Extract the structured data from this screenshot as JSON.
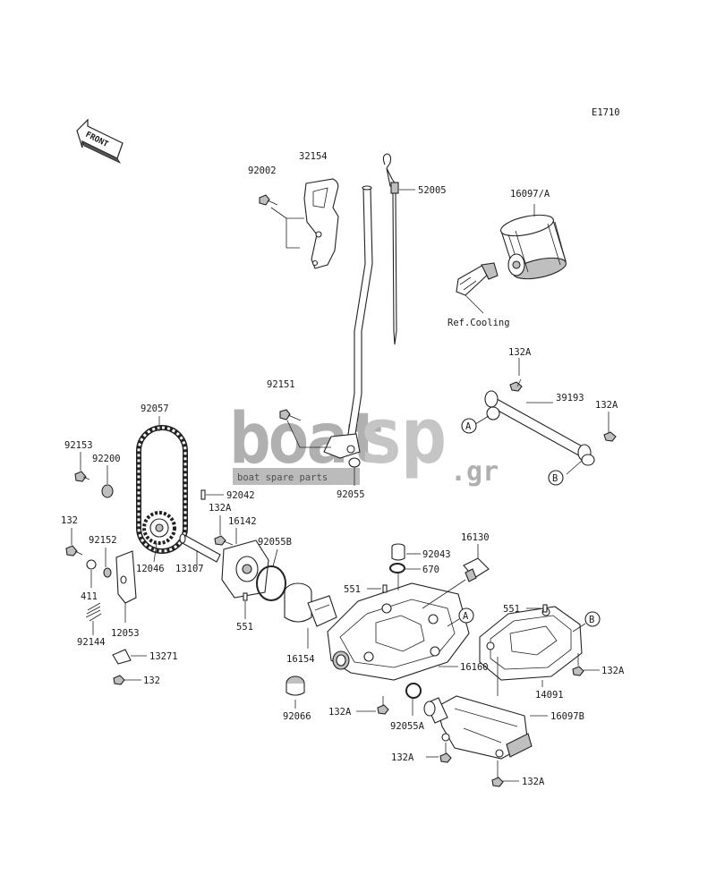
{
  "diagram_code": "E1710",
  "front_label": "FRONT",
  "ref_label": "Ref.Cooling",
  "watermark": {
    "main1": "boat",
    "main2": "sp",
    "tld": ".gr",
    "sub": "boat spare parts"
  },
  "markers": {
    "a": "A",
    "b": "B"
  },
  "parts": {
    "p92002": "92002",
    "p32154": "32154",
    "p52005": "52005",
    "p16097A": "16097/A",
    "p132A_1": "132A",
    "p39193": "39193",
    "p132A_2": "132A",
    "p92151": "92151",
    "p92055": "92055",
    "p92057": "92057",
    "p92153": "92153",
    "p92200": "92200",
    "p92042": "92042",
    "p132A_3": "132A",
    "p16142": "16142",
    "p132": "132",
    "p92152": "92152",
    "p12046": "12046",
    "p13107": "13107",
    "p92055B": "92055B",
    "p16130": "16130",
    "p92043": "92043",
    "p670": "670",
    "p551_1": "551",
    "p551_2": "551",
    "p551_3": "551",
    "p411": "411",
    "p92144": "92144",
    "p12053": "12053",
    "p13271": "13271",
    "p132_2": "132",
    "p16154": "16154",
    "p16160": "16160",
    "p14091": "14091",
    "p132A_4": "132A",
    "p92066": "92066",
    "p132A_5": "132A",
    "p92055A": "92055A",
    "p16097B": "16097B",
    "p132A_6": "132A",
    "p132A_7": "132A"
  }
}
